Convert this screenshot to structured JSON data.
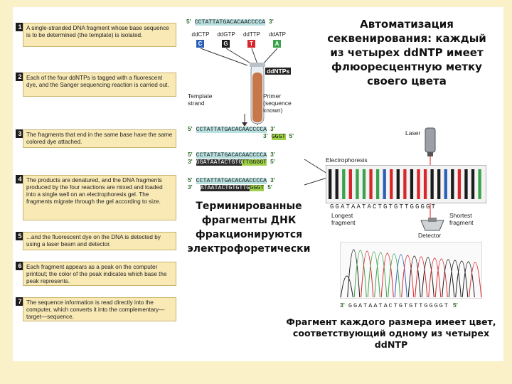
{
  "steps": [
    {
      "num": "1",
      "text": "A single-stranded DNA fragment whose base sequence is to be determined (the template) is isolated."
    },
    {
      "num": "2",
      "text": "Each of the four ddNTPs is tagged with a fluorescent dye, and the Sanger sequencing reaction is carried out."
    },
    {
      "num": "3",
      "text": "The fragments that end in the same base have the same colored dye attached."
    },
    {
      "num": "4",
      "text": "The products are denatured, and the DNA fragments produced by the four reactions are mixed and loaded into a single well on an electrophoresis gel. The fragments migrate through the gel according to size."
    },
    {
      "num": "5",
      "text": "...and the fluorescent dye on the DNA is detected by using a laser beam and detector."
    },
    {
      "num": "6",
      "text": "Each fragment appears as a peak on the computer printout; the color of the peak indicates which base the peak represents."
    },
    {
      "num": "7",
      "text": "The sequence information is read directly into the computer, which converts it into the complementary—target—sequence."
    }
  ],
  "headings": {
    "top_right": [
      "Автоматизация",
      "секвенирования: каждый",
      "из четырех ddNTP имеет",
      "флюоресцентную метку",
      "своего цвета"
    ],
    "middle": [
      "Терминированные",
      "фрагменты ДНК",
      "фракционируются",
      "электрофоретически"
    ],
    "bottom": [
      "Фрагмент каждого размера имеет цвет,",
      "соответствующий одному из четырех",
      "ddNTP"
    ]
  },
  "diagram": {
    "template_top": {
      "five": "5'",
      "seq": "CCTATTATGACACAACCCCA",
      "three": "3'"
    },
    "ddntps": [
      {
        "label": "ddCTP",
        "base": "C",
        "color": "#2a5fb8"
      },
      {
        "label": "ddGTP",
        "base": "G",
        "color": "#1b1b1b"
      },
      {
        "label": "ddTTP",
        "base": "T",
        "color": "#d8262b"
      },
      {
        "label": "ddATP",
        "base": "A",
        "color": "#3aa34a"
      }
    ],
    "ddntps_tube_label": "ddNTPs",
    "template_strand_label": [
      "Template",
      "strand"
    ],
    "primer_label": [
      "Primer",
      "(sequence",
      "known)"
    ],
    "primer_row": {
      "five": "5'",
      "seq": "CCTATTATGACACAACCCCA",
      "three": "3'",
      "three_b": "3'",
      "primer": "GGGT",
      "five_b": "5'"
    },
    "row_a": {
      "five": "5'",
      "seq": "CCTATTATGACACAACCCCA",
      "three": "3'",
      "three_b": "3'",
      "dark": "GGATAATACTGTG",
      "light": "TTGGGGT",
      "five_b": "5'"
    },
    "row_b": {
      "five": "5'",
      "seq": "CCTATTATGACACAACCCCA",
      "three": "3'",
      "three_b": "3'",
      "dark": "ATAATACTGTGTTG",
      "light": "GGGT",
      "five_b": "5'"
    },
    "laser_label": "Laser",
    "electrophoresis_label": "Electrophoresis",
    "gel_reading": "GGATAATACTGTGTTGGGGT",
    "gel_bands": [
      "#1b1b1b",
      "#1b1b1b",
      "#3aa34a",
      "#d8262b",
      "#3aa34a",
      "#3aa34a",
      "#d8262b",
      "#3aa34a",
      "#2a5fb8",
      "#d8262b",
      "#1b1b1b",
      "#d8262b",
      "#1b1b1b",
      "#d8262b",
      "#d8262b",
      "#1b1b1b",
      "#1b1b1b",
      "#2a5fb8",
      "#1b1b1b",
      "#d8262b",
      "#1b1b1b",
      "#1b1b1b",
      "#3aa34a"
    ],
    "longest_fragment_label": [
      "Longest",
      "fragment"
    ],
    "shortest_fragment_label": [
      "Shortest",
      "fragment"
    ],
    "detector_label": "Detector",
    "chromatogram_reading": {
      "three": "3'",
      "seq": "GGATAATACTGTGTTGGGGT",
      "five": "5'"
    }
  }
}
